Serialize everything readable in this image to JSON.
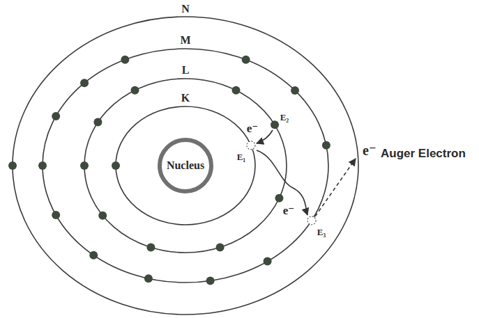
{
  "diagram": {
    "nodes": [
      {
        "text": [
          "Nucleus"
        ]
      }
    ],
    "labels": [
      "N",
      "M",
      "L",
      "K",
      "e⁻",
      "E₂",
      "E₁",
      "e⁻",
      "E₃",
      "e⁻",
      "Auger Electron"
    ]
  }
}
